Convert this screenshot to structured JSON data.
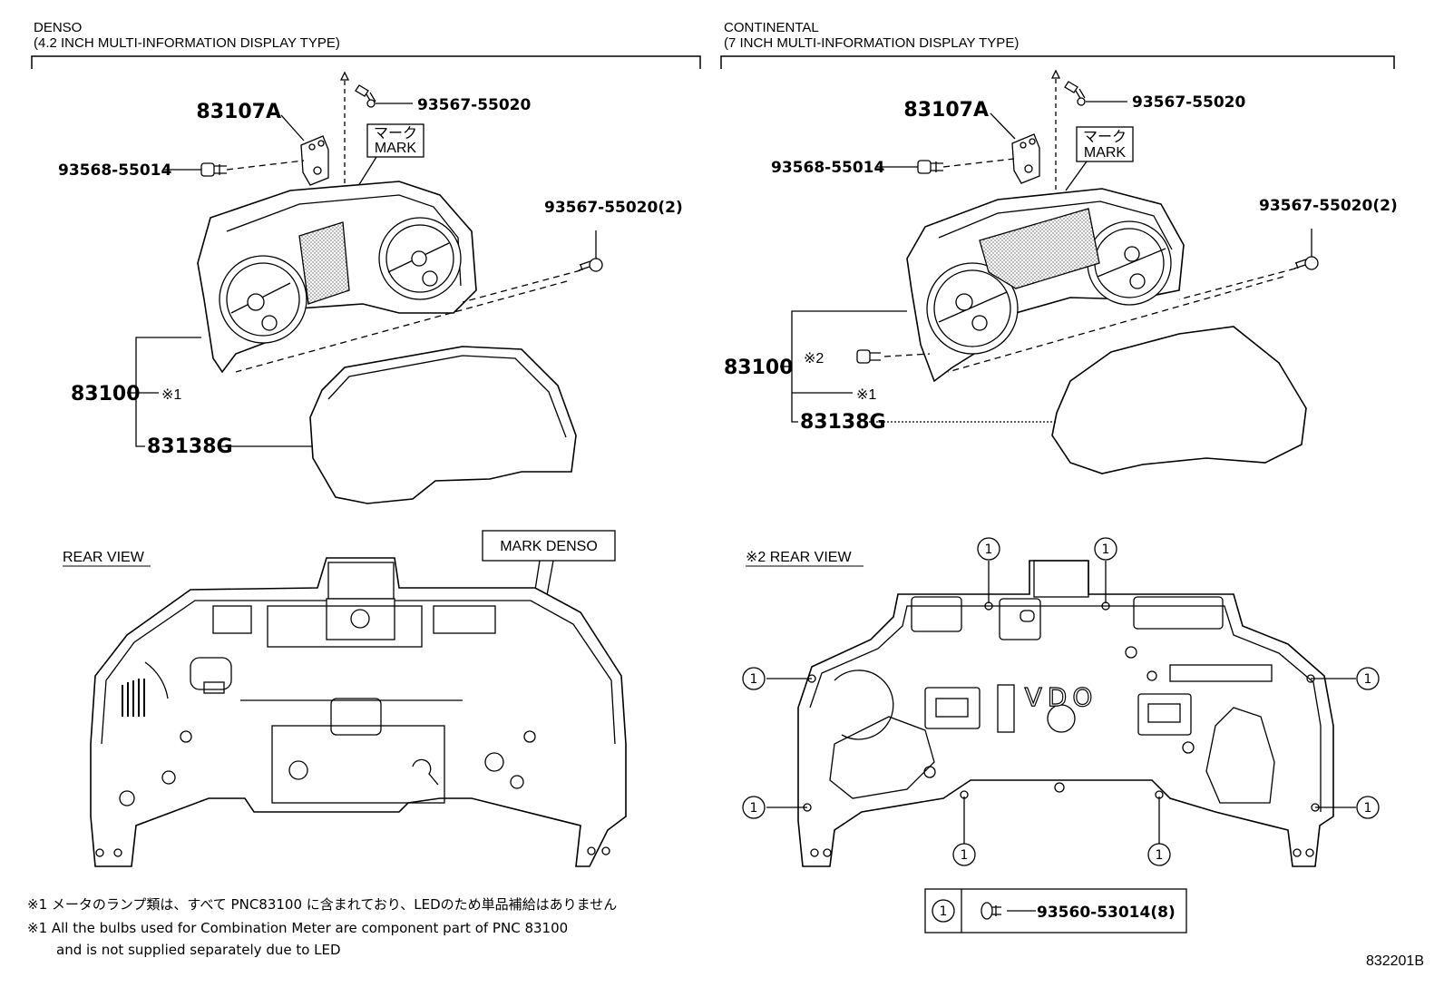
{
  "left_panel": {
    "maker": "DENSO",
    "type": "(4.2 INCH MULTI-INFORMATION DISPLAY TYPE)",
    "parts": {
      "bracket": "83107A",
      "screw_top": "93567-55020",
      "screw_side": "93568-55014",
      "screw_right": "93567-55020(2)",
      "meter": "83100",
      "meter_note": "※1",
      "lens": "83138G"
    },
    "mark_ja": "マーク",
    "mark_en": "MARK",
    "rear_view": "REAR VIEW",
    "mark_denso": "MARK DENSO"
  },
  "right_panel": {
    "maker": "CONTINENTAL",
    "type": "(7 INCH MULTI-INFORMATION DISPLAY TYPE)",
    "parts": {
      "bracket": "83107A",
      "screw_top": "93567-55020",
      "screw_side": "93568-55014",
      "screw_right": "93567-55020(2)",
      "meter": "83100",
      "meter_note_1": "※1",
      "meter_note_2": "※2",
      "lens": "83138G"
    },
    "mark_ja": "マーク",
    "mark_en": "MARK",
    "rear_view": "※2 REAR VIEW",
    "vdo": "VDO",
    "callout_number": "1",
    "legend_screw": "93560-53014(8)"
  },
  "footnotes": {
    "ja": "※1 メータのランプ類は、すべて PNC83100 に含まれており、LEDのため単品補給はありません",
    "en_1": "※1 All the bulbs used for Combination Meter are component part of PNC 83100",
    "en_2": "and is not supplied separately due to LED"
  },
  "figure_code": "832201B"
}
